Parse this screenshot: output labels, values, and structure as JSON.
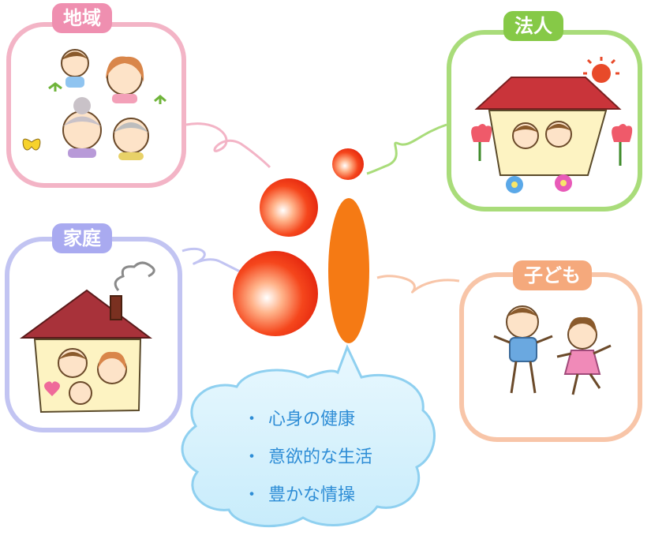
{
  "labels": {
    "chiiki": "地域",
    "houjin": "法人",
    "katei": "家庭",
    "kodomo": "子ども"
  },
  "bullet_marker": "・",
  "bullets": [
    "心身の健康",
    "意欲的な生活",
    "豊かな情操"
  ],
  "colors": {
    "chiiki": "#ef8fb0",
    "houjin": "#86c947",
    "katei": "#a9aaf0",
    "kodomo": "#f5a97c",
    "cloud": "#d7f0fb",
    "cloud_border": "#8fd0f0",
    "text_blue": "#2e8dd6",
    "logo_red": "#f03a14",
    "logo_orange": "#f57a14"
  }
}
